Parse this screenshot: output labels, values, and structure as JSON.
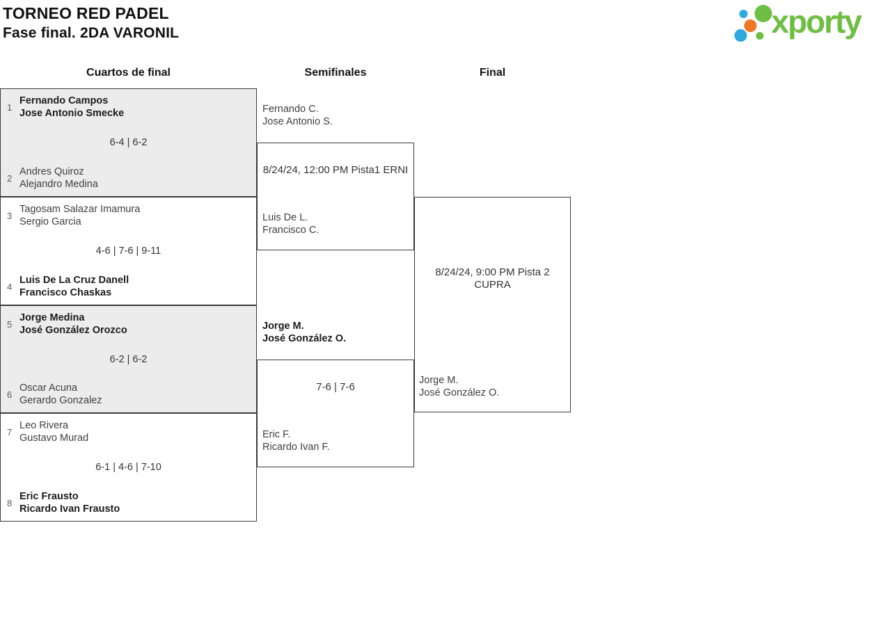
{
  "header": {
    "title_line1": "TORNEO RED PADEL",
    "title_line2": "Fase final. 2DA VARONIL",
    "logo_text": "xporty"
  },
  "colors": {
    "logo_green": "#6fbe44",
    "logo_blue": "#2ea9e0",
    "logo_orange": "#ed7723",
    "box_border": "#3a3a3a",
    "shaded_box_bg": "#ececec"
  },
  "round_headers": {
    "quarterfinals": "Cuartos de final",
    "semifinals": "Semifinales",
    "final": "Final"
  },
  "quarterfinals": [
    {
      "seed_top": "1",
      "team_top": [
        "Fernando Campos",
        "Jose Antonio Smecke"
      ],
      "score": "6-4 | 6-2",
      "seed_bottom": "2",
      "team_bottom": [
        "Andres Quiroz",
        "Alejandro Medina"
      ]
    },
    {
      "seed_top": "3",
      "team_top": [
        "Tagosam Salazar Imamura",
        "Sergio Garcia"
      ],
      "score": "4-6 | 7-6 | 9-11",
      "seed_bottom": "4",
      "team_bottom": [
        "Luis De La Cruz Danell",
        "Francisco Chaskas"
      ]
    },
    {
      "seed_top": "5",
      "team_top": [
        "Jorge Medina",
        "José González Orozco"
      ],
      "score": "6-2 | 6-2",
      "seed_bottom": "6",
      "team_bottom": [
        "Oscar Acuna",
        "Gerardo Gonzalez"
      ]
    },
    {
      "seed_top": "7",
      "team_top": [
        "Leo Rivera",
        "Gustavo Murad"
      ],
      "score": "6-1 | 4-6 | 7-10",
      "seed_bottom": "8",
      "team_bottom": [
        "Eric Frausto",
        "Ricardo Ivan Frausto"
      ]
    }
  ],
  "semifinals": [
    {
      "entrant_top": [
        "Fernando C.",
        "Jose Antonio S."
      ],
      "center_text": "8/24/24, 12:00 PM Pista1 ERNI",
      "entrant_bottom": [
        "Luis De L.",
        "Francisco C."
      ]
    },
    {
      "entrant_top": [
        "Jorge M.",
        "José González O."
      ],
      "center_text": "7-6 | 7-6",
      "entrant_bottom": [
        "Eric F.",
        "Ricardo Ivan F."
      ]
    }
  ],
  "final": {
    "schedule_line1": "8/24/24, 9:00 PM Pista 2",
    "schedule_line2": "CUPRA",
    "entrant_bottom": [
      "Jorge M.",
      "José González O."
    ]
  }
}
